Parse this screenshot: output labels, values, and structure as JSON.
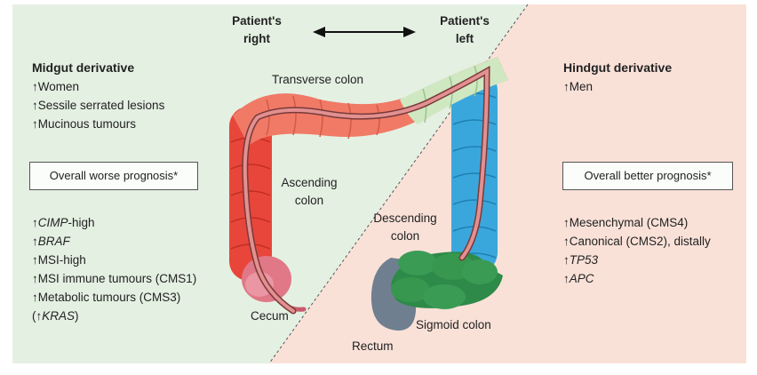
{
  "top": {
    "right_label_1": "Patient's",
    "right_label_2": "right",
    "left_label_1": "Patient's",
    "left_label_2": "left"
  },
  "left_panel": {
    "title": "Midgut derivative",
    "features": [
      "↑Women",
      "↑Sessile serrated lesions",
      "↑Mucinous tumours"
    ],
    "prognosis": "Overall worse prognosis*",
    "markers": [
      {
        "arrow": "↑",
        "text": "CIMP",
        "rest": "-high",
        "italic": true
      },
      {
        "arrow": "↑",
        "text": "BRAF",
        "rest": "",
        "italic": true
      },
      {
        "arrow": "↑",
        "text": "MSI-high",
        "rest": "",
        "italic": false
      },
      {
        "arrow": "↑",
        "text": "MSI immune tumours (CMS1)",
        "rest": "",
        "italic": false
      },
      {
        "arrow": "↑",
        "text": "Metabolic tumours (CMS3)",
        "rest": "",
        "italic": false
      },
      {
        "arrow": "(↑",
        "text": "KRAS",
        "rest": ")",
        "italic": true
      }
    ]
  },
  "right_panel": {
    "title": "Hindgut derivative",
    "features": [
      "↑Men"
    ],
    "prognosis": "Overall better prognosis*",
    "markers": [
      {
        "arrow": "↑",
        "text": "Mesenchymal (CMS4)",
        "italic": false
      },
      {
        "arrow": "↑",
        "text": "Canonical (CMS2), distally",
        "italic": false
      },
      {
        "arrow": "↑",
        "text": "TP53",
        "italic": true
      },
      {
        "arrow": "↑",
        "text": "APC",
        "italic": true
      }
    ]
  },
  "anatomy": {
    "transverse": "Transverse colon",
    "ascending_1": "Ascending",
    "ascending_2": "colon",
    "descending_1": "Descending",
    "descending_2": "colon",
    "cecum": "Cecum",
    "sigmoid": "Sigmoid colon",
    "rectum": "Rectum"
  },
  "colors": {
    "left_bg": "#e4f0e2",
    "right_bg": "#f9e1d8",
    "transverse_red": "#f07a66",
    "transverse_green": "#cfe8c2",
    "ascending": "#e8463a",
    "descending": "#3aa7dc",
    "sigmoid": "#2e8a48",
    "rectum": "#6f7f90",
    "cecum": "#e07888"
  }
}
